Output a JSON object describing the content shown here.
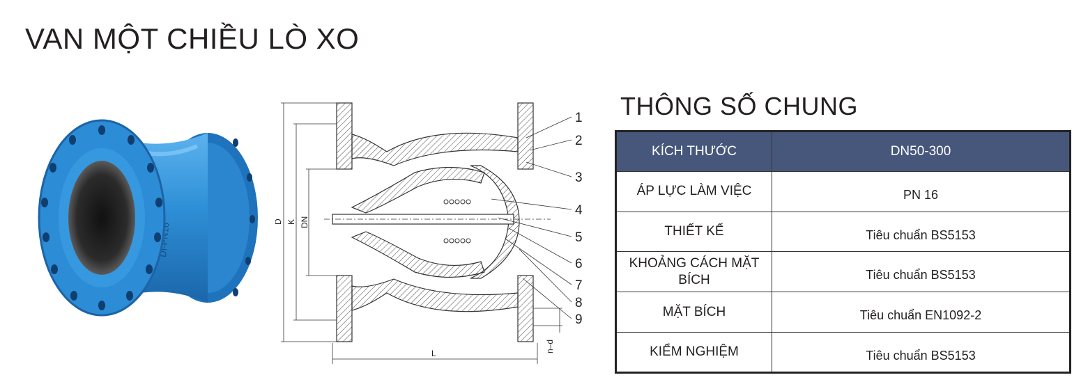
{
  "title": "VAN MỘT CHIỀU LÒ XO",
  "specs": {
    "title": "THÔNG SỐ CHUNG",
    "header": {
      "label": "KÍCH THƯỚC",
      "value": "DN50-300"
    },
    "rows": [
      {
        "label": "ÁP LỰC LÀM VIỆC",
        "value": "PN 16"
      },
      {
        "label": "THIẾT KẾ",
        "value": "Tiêu chuẩn  BS5153"
      },
      {
        "label": "KHOẢNG CÁCH MẶT BÍCH",
        "value": "Tiêu chuẩn  BS5153"
      },
      {
        "label": "MẶT BÍCH",
        "value": "Tiêu chuẩn  EN1092-2"
      },
      {
        "label": "KIỂM NGHIỆM",
        "value": "Tiêu chuẩn  BS5153"
      }
    ]
  },
  "drawing": {
    "callouts": [
      "1",
      "2",
      "3",
      "4",
      "5",
      "6",
      "7",
      "8",
      "9"
    ],
    "dimensions": {
      "d": "D",
      "k": "K",
      "dn": "DN",
      "l": "L",
      "nd": "n–d"
    }
  },
  "photo": {
    "casting_text": "DI-PN16"
  },
  "colors": {
    "header_bg": "#47577c",
    "valve_blue": "#2f8fd6"
  }
}
